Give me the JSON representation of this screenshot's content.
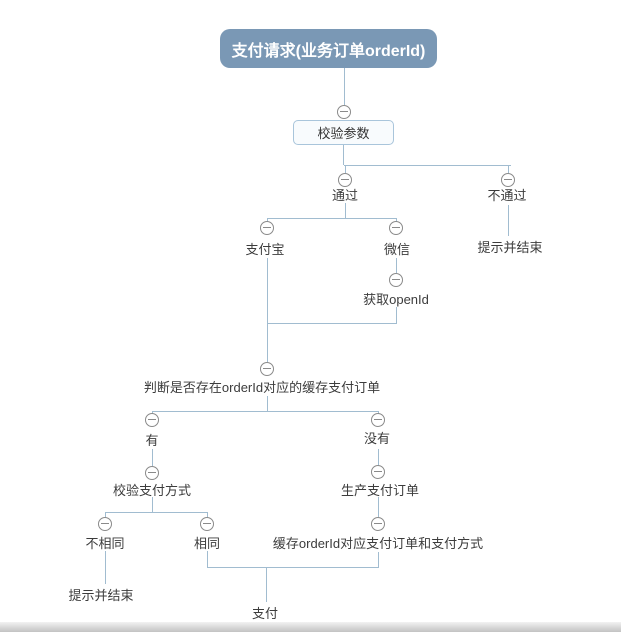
{
  "nodes": {
    "payment_request": "支付请求(业务订单orderId)",
    "validate_params": "校验参数",
    "pass": "通过",
    "fail": "不通过",
    "fail_end": "提示并结束",
    "alipay": "支付宝",
    "wechat": "微信",
    "get_openid": "获取openId",
    "check_cached_order": "判断是否存在orderId对应的缓存支付订单",
    "exists": "有",
    "not_exists": "没有",
    "verify_pay_method": "校验支付方式",
    "create_pay_order": "生产支付订单",
    "not_same": "不相同",
    "same": "相同",
    "cache_order_and_method": "缓存orderId对应支付订单和支付方式",
    "not_same_end": "提示并结束",
    "pay": "支付"
  },
  "icons": {
    "collapse": "minus-circle"
  },
  "colors": {
    "root_fill": "#7A98B5",
    "root_text": "#FFFFFF",
    "connector_line": "#A1BCD0",
    "box_border": "#A9C5DB",
    "box_fill": "#F8FBFD",
    "collapse_icon": "#8A8A8A",
    "label_text": "#3C3C3C"
  }
}
